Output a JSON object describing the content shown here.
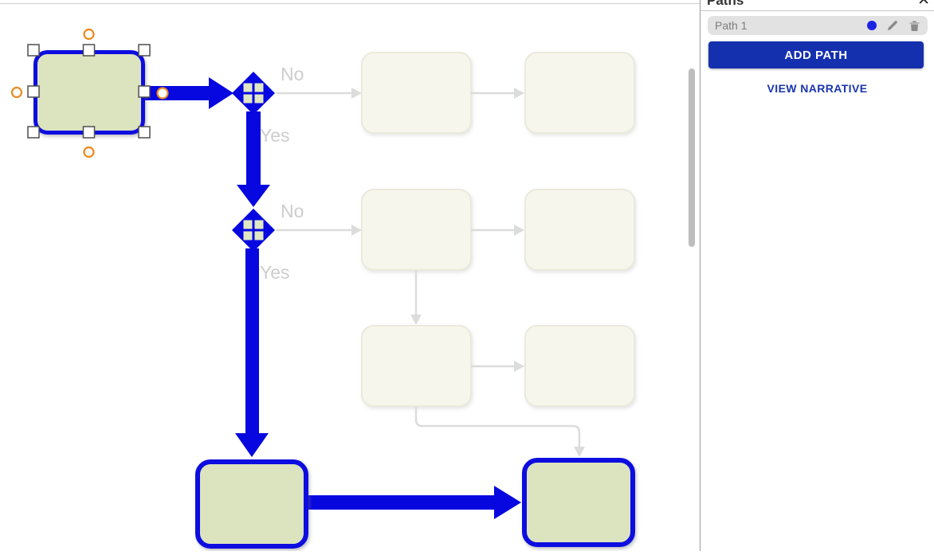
{
  "panel": {
    "title": "Paths",
    "close_glyph": "✕",
    "paths": [
      {
        "name": "Path 1",
        "color": "#1c24e4"
      }
    ],
    "add_path_label": "ADD PATH",
    "view_narrative_label": "VIEW NARRATIVE"
  },
  "canvas": {
    "decisions": [
      {
        "no": "No",
        "yes": "Yes"
      },
      {
        "no": "No",
        "yes": "Yes"
      }
    ]
  },
  "colors": {
    "path_accent_blue": "#0707e0",
    "selected_node_fill": "#dbe3bf",
    "inactive_node_fill": "#f6f6ec",
    "inactive_node_border": "#eaeadc",
    "connector_gray": "#dcdcdc",
    "edge_label_gray": "#cdcdcd",
    "add_path_button_blue": "#1530af",
    "link_blue": "#1b35b0",
    "selection_handle_orange": "#ea8a1e",
    "scrollbar_gray": "#bdbdbd"
  }
}
